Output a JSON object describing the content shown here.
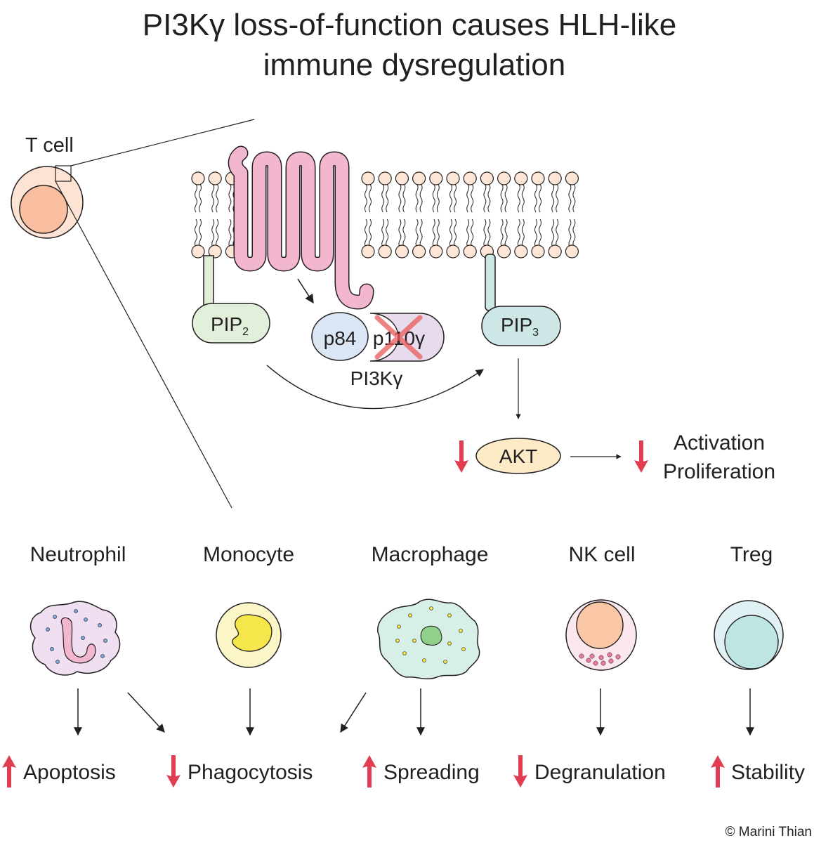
{
  "title": {
    "line1": "PI3Kγ loss-of-function causes HLH-like",
    "line2": "immune dysregulation"
  },
  "t_cell": {
    "label": "T cell"
  },
  "signaling": {
    "pip2": {
      "main": "PIP",
      "sub": "2"
    },
    "pip3": {
      "main": "PIP",
      "sub": "3"
    },
    "p84": "p84",
    "p110": "p110γ",
    "pi3k": "PI3Kγ",
    "akt": "AKT",
    "outcome_line1": "Activation",
    "outcome_line2": "Proliferation"
  },
  "cells": [
    {
      "name": "Neutrophil",
      "effect": "Apoptosis",
      "direction": "up"
    },
    {
      "name": "Monocyte",
      "effect": "Phagocytosis",
      "direction": "down"
    },
    {
      "name": "Macrophage",
      "effect": "Spreading",
      "direction": "up"
    },
    {
      "name": "NK cell",
      "effect": "Degranulation",
      "direction": "down"
    },
    {
      "name": "Treg",
      "effect": "Stability",
      "direction": "up"
    }
  ],
  "credit": "© Marini Thian",
  "colors": {
    "receptor": "#f2b6cf",
    "pip2": "#e2efdb",
    "pip3": "#cde7e6",
    "p84": "#dbe6f5",
    "p110": "#e6dced",
    "akt": "#fdebc8",
    "red_arrow": "#e03c52",
    "lipid_head": "#fde6d6",
    "tcell_outer": "#fde3d4",
    "tcell_inner": "#f9bfa0"
  }
}
